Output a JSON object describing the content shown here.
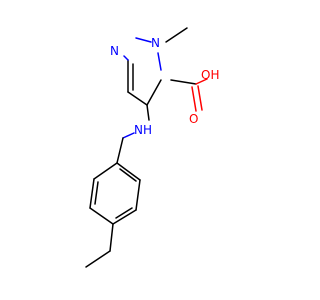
{
  "molecule": {
    "atoms": [
      {
        "id": "n1",
        "text": "N",
        "color": "#0000ff"
      },
      {
        "id": "n2",
        "text": "N",
        "color": "#0000ff"
      },
      {
        "id": "nh",
        "text": "NH",
        "color": "#0000ff"
      },
      {
        "id": "o_carbonyl",
        "text": "O",
        "color": "#ff0000"
      },
      {
        "id": "oh",
        "text": "OH",
        "color": "#ff0000"
      }
    ],
    "bond_color": "#000000"
  }
}
